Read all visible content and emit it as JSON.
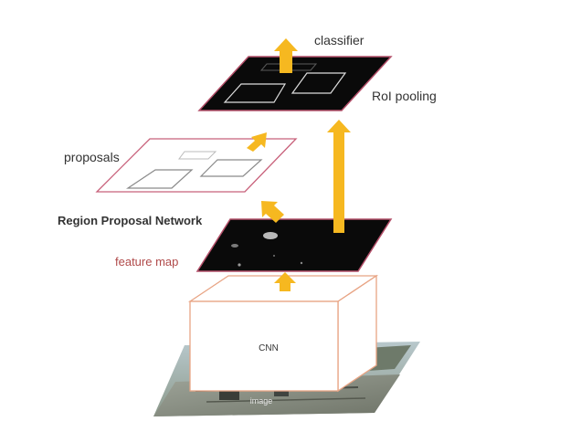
{
  "diagram": {
    "labels": {
      "classifier": "classifier",
      "roi_pooling": "RoI pooling",
      "proposals": "proposals",
      "rpn": "Region Proposal Network",
      "feature_map": "feature map",
      "cnn": "CNN",
      "image": "image"
    },
    "colors": {
      "arrow": "#f6b820",
      "black_layer": "#0a0a0a",
      "layer_border": "#b4506a",
      "proposal_border": "#c8607a",
      "cnn_border": "#e8a484",
      "feature_map_text": "#b04a4a",
      "text": "#333333"
    },
    "icons": [
      "up-arrow-icon",
      "diagonal-arrow-icon"
    ]
  }
}
